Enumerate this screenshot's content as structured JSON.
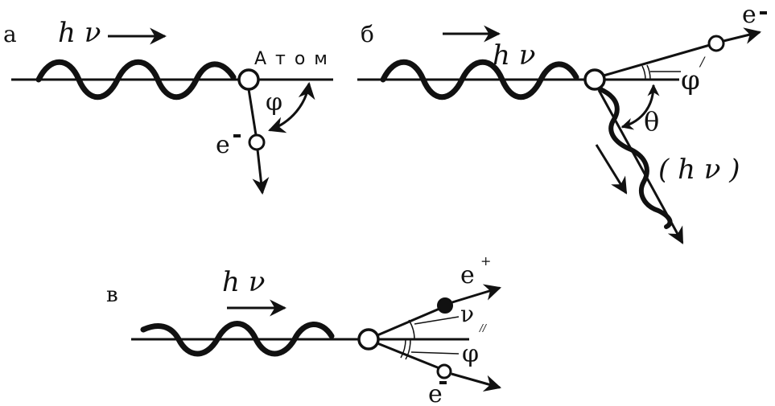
{
  "panels": {
    "a": {
      "letter": "а",
      "photon": "h ν",
      "atom": "А т о м",
      "angle": "φ",
      "electron": "e"
    },
    "b": {
      "letter": "б",
      "photon": "h ν",
      "electron": "e",
      "angle_phi": "φ",
      "angle_phi_prime": "/",
      "angle_theta": "θ",
      "scattered": "( h ν )"
    },
    "c": {
      "letter": "в",
      "photon": "h ν",
      "positron": "e",
      "positron_sup": "+",
      "electron": "e",
      "nu": "ν",
      "nu_prime": "//",
      "phi": "φ"
    }
  },
  "colors": {
    "ink": "#111111",
    "background": "#ffffff"
  }
}
